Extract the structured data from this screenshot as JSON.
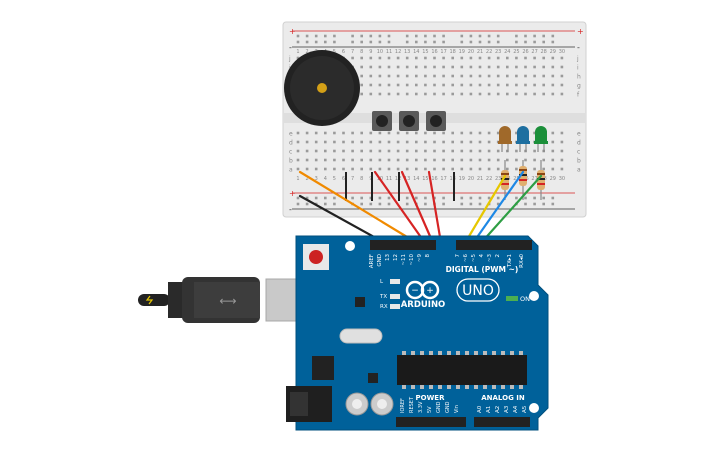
{
  "breadboard": {
    "rail_plus": "+",
    "rail_minus": "-",
    "row_letters_top": [
      "j",
      "i",
      "h",
      "g",
      "f"
    ],
    "row_letters_bottom": [
      "e",
      "d",
      "c",
      "b",
      "a"
    ],
    "column_count": 30
  },
  "arduino": {
    "brand": "ARDUINO",
    "model": "UNO",
    "digital_header": "DIGITAL (PWM ~)",
    "power_header": "POWER",
    "analog_header": "ANALOG IN",
    "on_label": "ON",
    "led_labels": [
      "L",
      "TX",
      "RX"
    ],
    "digital_pins": [
      "AREF",
      "GND",
      "13",
      "12",
      "~11",
      "~10",
      "~9",
      "8",
      "7",
      "~6",
      "~5",
      "4",
      "~3",
      "2",
      "TX▸1",
      "RX◂0"
    ],
    "power_pins": [
      "IOREF",
      "RESET",
      "3.3V",
      "5V",
      "GND",
      "GND",
      "Vin"
    ],
    "analog_pins": [
      "A0",
      "A1",
      "A2",
      "A3",
      "A4",
      "A5"
    ]
  },
  "leds": [
    {
      "color": "#a0692a"
    },
    {
      "color": "#1e6fa0"
    },
    {
      "color": "#1b8f3a"
    }
  ],
  "wire_colors": {
    "black": "#222222",
    "orange": "#f08a00",
    "red": "#d62424",
    "yellow": "#e6c700",
    "blue": "#1e88e5",
    "green": "#2e9e44"
  }
}
